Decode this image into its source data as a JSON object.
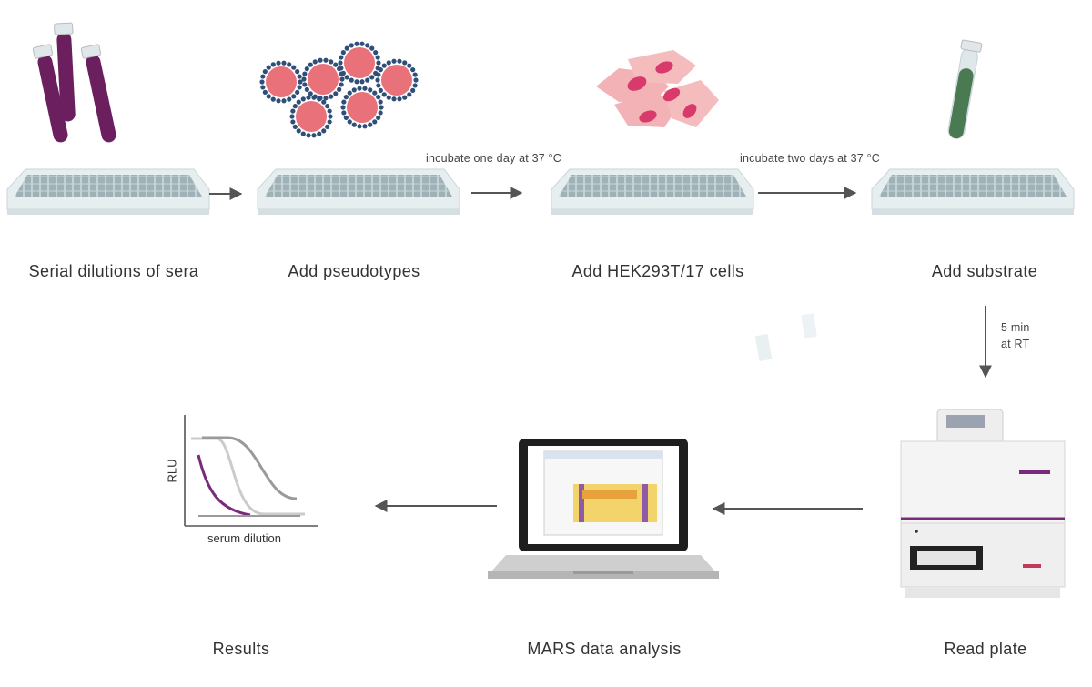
{
  "steps": [
    {
      "label": "Serial dilutions of sera"
    },
    {
      "label": "Add pseudotypes"
    },
    {
      "label": "Add HEK293T/17 cells"
    },
    {
      "label": "Add substrate"
    },
    {
      "label": "Read plate"
    },
    {
      "label": "MARS data analysis"
    },
    {
      "label": "Results"
    }
  ],
  "arrows": {
    "incubate_one_day": "incubate one day at 37 °C",
    "incubate_two_days": "incubate two days at 37 °C",
    "five_min_line1": "5 min",
    "five_min_line2": "at RT"
  },
  "results_plot": {
    "ylabel": "RLU",
    "xlabel": "serum dilution"
  },
  "colors": {
    "plate": "#b9c8cc",
    "tube_fill": "#6b1f5e",
    "pseudotype": "#e9727a",
    "cell": "#f3b3b6",
    "cell_nucleus": "#d83a6b",
    "substrate": "#4a7a52",
    "curve_purple": "#7a2a7c",
    "curve_light": "#c9c9c9",
    "curve_grey": "#9a9a9a"
  }
}
